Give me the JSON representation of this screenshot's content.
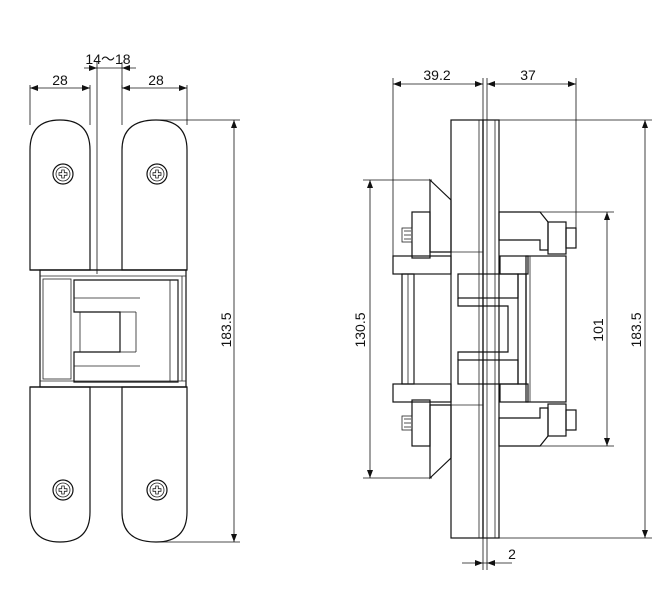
{
  "front_view": {
    "dimensions": {
      "gap": "14～18",
      "left_width": "28",
      "right_width": "28",
      "total_height": "183.5"
    },
    "screw_icon": "screw-head-icon"
  },
  "side_view": {
    "dimensions": {
      "left_depth": "39.2",
      "right_depth": "37",
      "mount_height": "130.5",
      "arm_height": "101",
      "total_height": "183.5",
      "plate_thickness": "2"
    }
  }
}
